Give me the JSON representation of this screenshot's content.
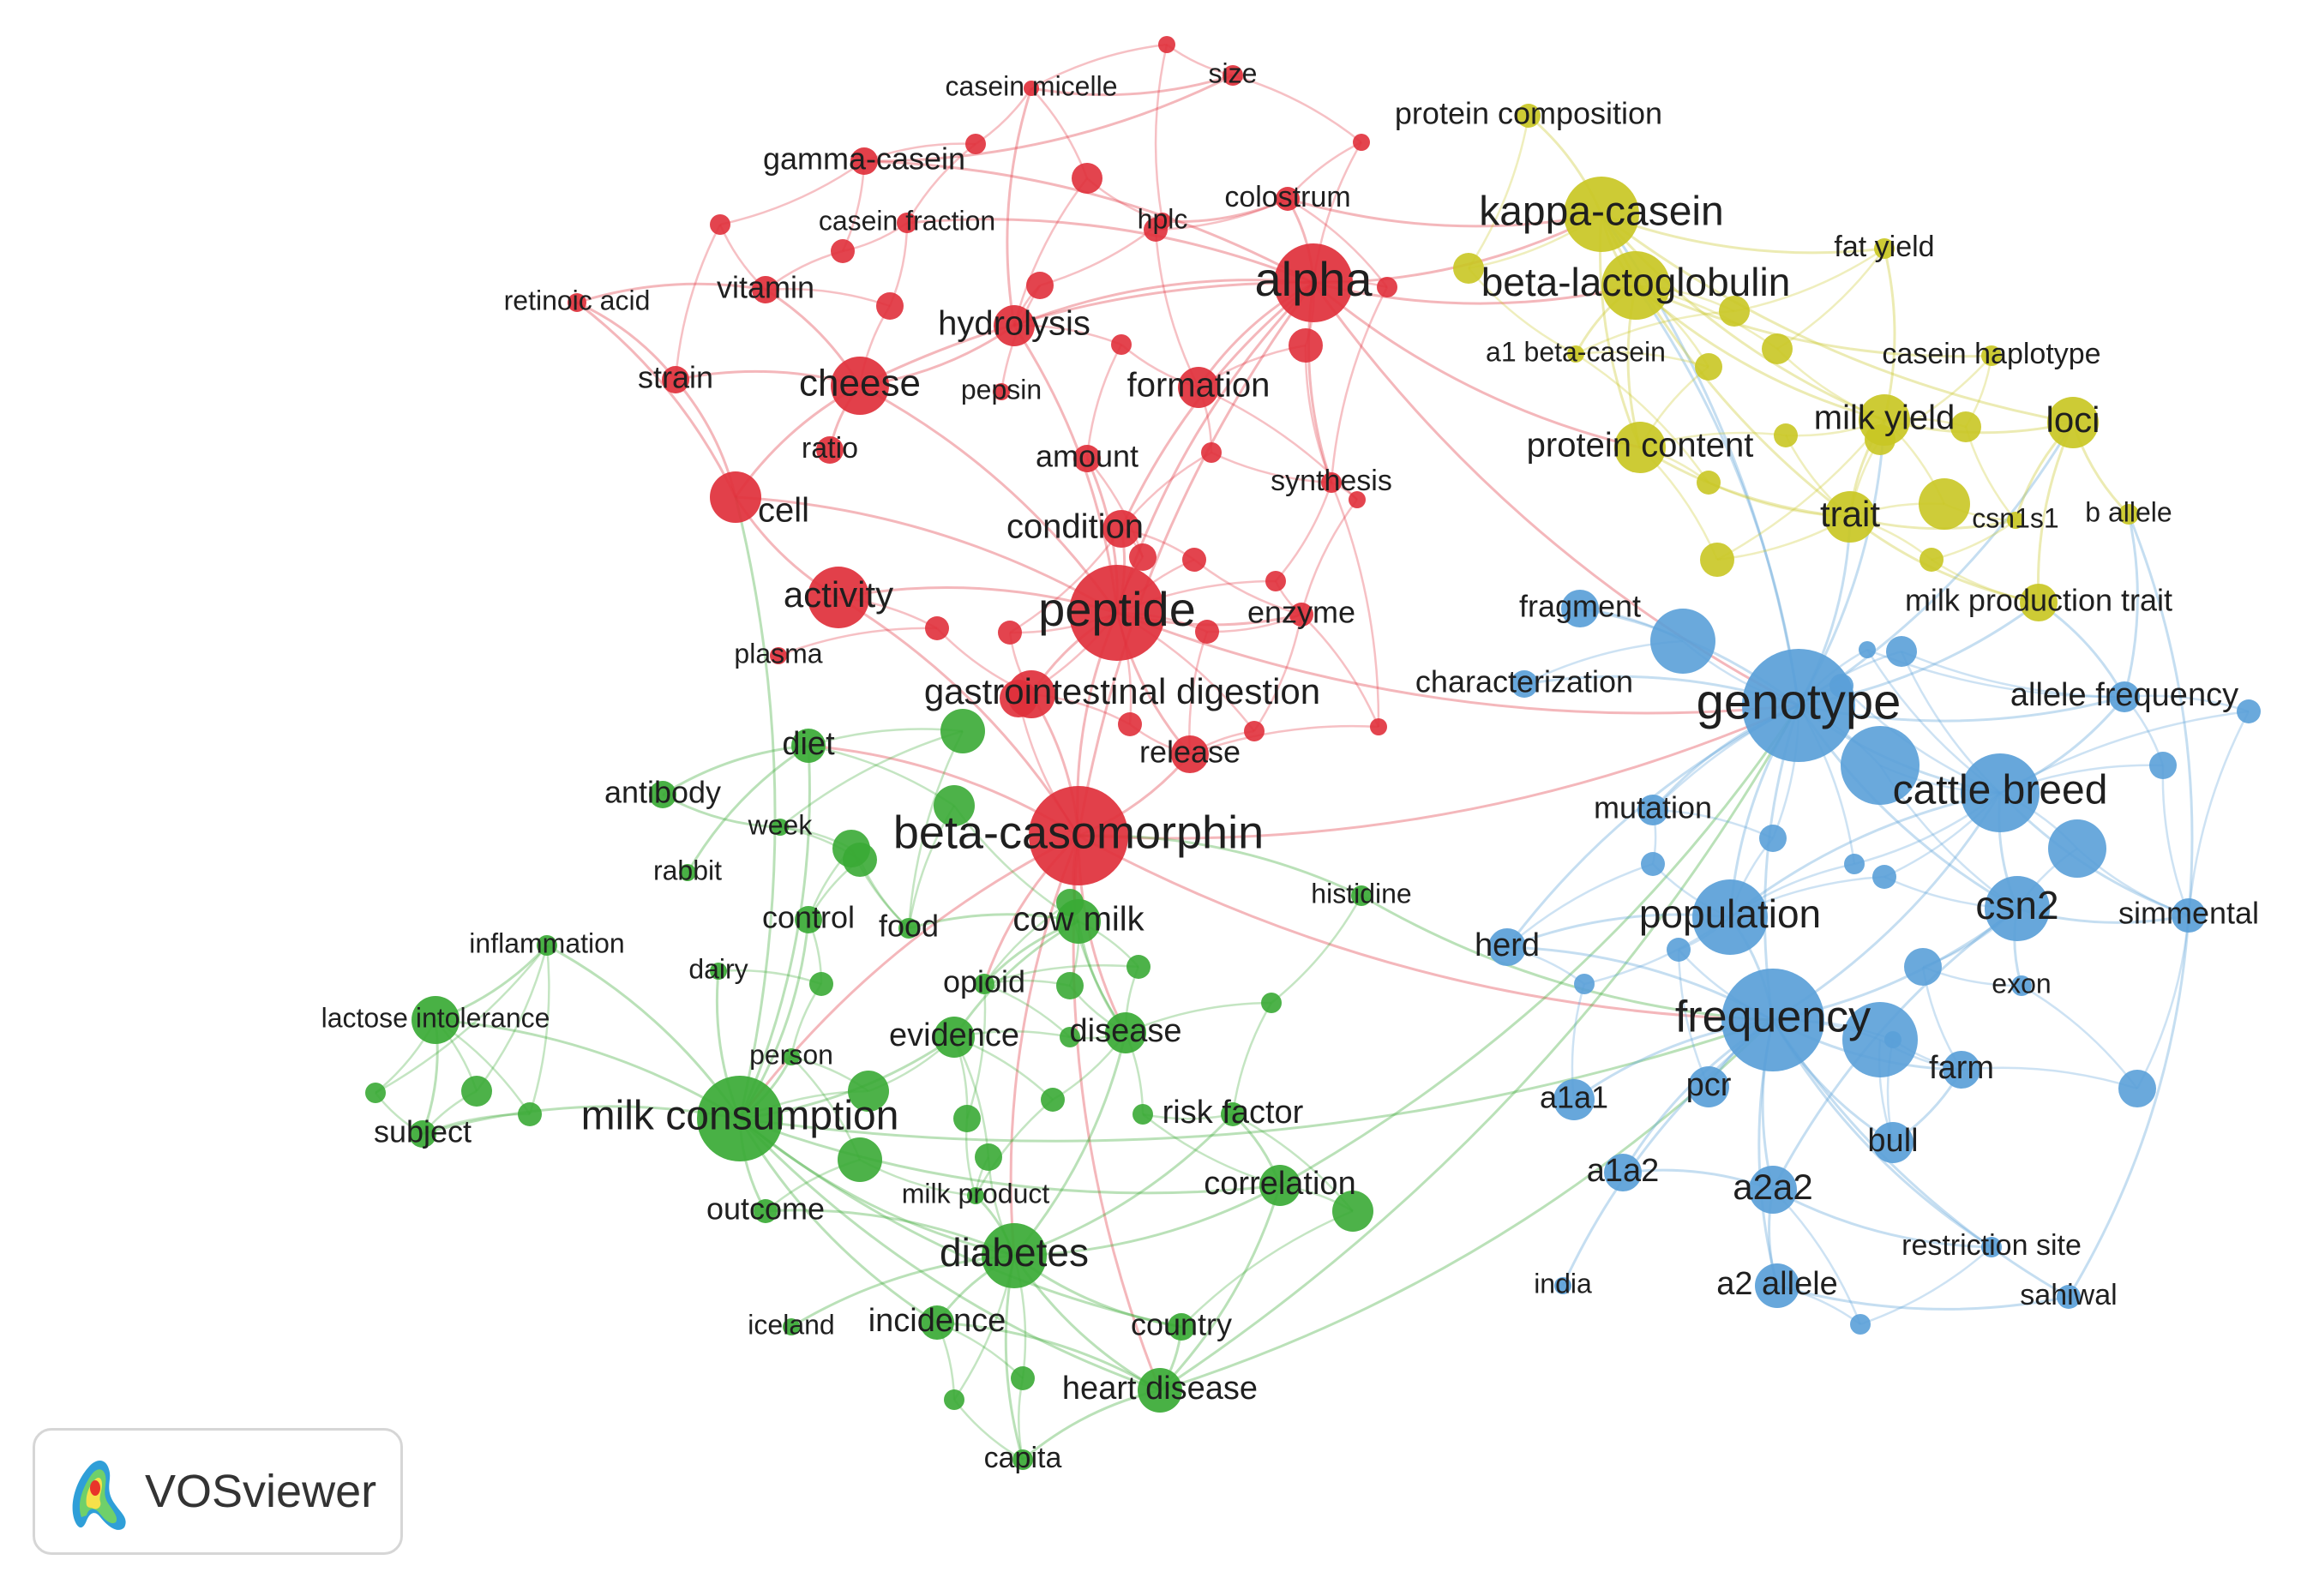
{
  "app": {
    "name": "VOSviewer"
  },
  "colors": {
    "cluster1": "#e0303b",
    "cluster2": "#3aaa35",
    "cluster3": "#5aa0d8",
    "cluster4": "#c9c724"
  },
  "nodes": [
    {
      "id": "size",
      "label": "size",
      "c": 1
    },
    {
      "id": "casein_micelle",
      "label": "casein micelle",
      "c": 1
    },
    {
      "id": "gamma_casein",
      "label": "gamma-casein",
      "c": 1
    },
    {
      "id": "casein_fraction",
      "label": "casein fraction",
      "c": 1
    },
    {
      "id": "hplc",
      "label": "hplc",
      "c": 1
    },
    {
      "id": "colostrum",
      "label": "colostrum",
      "c": 1
    },
    {
      "id": "alpha",
      "label": "alpha",
      "c": 1
    },
    {
      "id": "retinoic_acid",
      "label": "retinoic acid",
      "c": 1
    },
    {
      "id": "vitamin",
      "label": "vitamin",
      "c": 1
    },
    {
      "id": "hydrolysis",
      "label": "hydrolysis",
      "c": 1
    },
    {
      "id": "strain",
      "label": "strain",
      "c": 1
    },
    {
      "id": "cheese",
      "label": "cheese",
      "c": 1
    },
    {
      "id": "pepsin",
      "label": "pepsin",
      "c": 1
    },
    {
      "id": "formation",
      "label": "formation",
      "c": 1
    },
    {
      "id": "ratio",
      "label": "ratio",
      "c": 1
    },
    {
      "id": "amount",
      "label": "amount",
      "c": 1
    },
    {
      "id": "synthesis",
      "label": "synthesis",
      "c": 1
    },
    {
      "id": "cell",
      "label": "cell",
      "c": 1
    },
    {
      "id": "condition",
      "label": "condition",
      "c": 1
    },
    {
      "id": "activity",
      "label": "activity",
      "c": 1
    },
    {
      "id": "peptide",
      "label": "peptide",
      "c": 1
    },
    {
      "id": "enzyme",
      "label": "enzyme",
      "c": 1
    },
    {
      "id": "plasma",
      "label": "plasma",
      "c": 1
    },
    {
      "id": "gi_digestion",
      "label": "gastrointestinal digestion",
      "c": 1
    },
    {
      "id": "release",
      "label": "release",
      "c": 1
    },
    {
      "id": "beta_casomorphin",
      "label": "beta-casomorphin",
      "c": 1
    },
    {
      "id": "diet",
      "label": "diet",
      "c": 2
    },
    {
      "id": "antibody",
      "label": "antibody",
      "c": 2
    },
    {
      "id": "week",
      "label": "week",
      "c": 2
    },
    {
      "id": "rabbit",
      "label": "rabbit",
      "c": 2
    },
    {
      "id": "control",
      "label": "control",
      "c": 2
    },
    {
      "id": "food",
      "label": "food",
      "c": 2
    },
    {
      "id": "cow_milk",
      "label": "cow milk",
      "c": 2
    },
    {
      "id": "inflammation",
      "label": "inflammation",
      "c": 2
    },
    {
      "id": "dairy",
      "label": "dairy",
      "c": 2
    },
    {
      "id": "opioid",
      "label": "opioid",
      "c": 2
    },
    {
      "id": "histidine",
      "label": "histidine",
      "c": 2
    },
    {
      "id": "lactose_intolerance",
      "label": "lactose intolerance",
      "c": 2
    },
    {
      "id": "person",
      "label": "person",
      "c": 2
    },
    {
      "id": "evidence",
      "label": "evidence",
      "c": 2
    },
    {
      "id": "disease",
      "label": "disease",
      "c": 2
    },
    {
      "id": "subject",
      "label": "subject",
      "c": 2
    },
    {
      "id": "milk_consumption",
      "label": "milk consumption",
      "c": 2
    },
    {
      "id": "risk_factor",
      "label": "risk factor",
      "c": 2
    },
    {
      "id": "outcome",
      "label": "outcome",
      "c": 2
    },
    {
      "id": "milk_product",
      "label": "milk product",
      "c": 2
    },
    {
      "id": "correlation",
      "label": "correlation",
      "c": 2
    },
    {
      "id": "diabetes",
      "label": "diabetes",
      "c": 2
    },
    {
      "id": "iceland",
      "label": "iceland",
      "c": 2
    },
    {
      "id": "incidence",
      "label": "incidence",
      "c": 2
    },
    {
      "id": "country",
      "label": "country",
      "c": 2
    },
    {
      "id": "heart_disease",
      "label": "heart disease",
      "c": 2
    },
    {
      "id": "capita",
      "label": "capita",
      "c": 2
    },
    {
      "id": "fragment",
      "label": "fragment",
      "c": 3
    },
    {
      "id": "characterization",
      "label": "characterization",
      "c": 3
    },
    {
      "id": "genotype",
      "label": "genotype",
      "c": 3
    },
    {
      "id": "allele_frequency",
      "label": "allele frequency",
      "c": 3
    },
    {
      "id": "mutation",
      "label": "mutation",
      "c": 3
    },
    {
      "id": "cattle_breed",
      "label": "cattle breed",
      "c": 3
    },
    {
      "id": "population",
      "label": "population",
      "c": 3
    },
    {
      "id": "csn2",
      "label": "csn2",
      "c": 3
    },
    {
      "id": "simmental",
      "label": "simmental",
      "c": 3
    },
    {
      "id": "herd",
      "label": "herd",
      "c": 3
    },
    {
      "id": "exon",
      "label": "exon",
      "c": 3
    },
    {
      "id": "frequency",
      "label": "frequency",
      "c": 3
    },
    {
      "id": "farm",
      "label": "farm",
      "c": 3
    },
    {
      "id": "a1a1",
      "label": "a1a1",
      "c": 3
    },
    {
      "id": "pcr",
      "label": "pcr",
      "c": 3
    },
    {
      "id": "bull",
      "label": "bull",
      "c": 3
    },
    {
      "id": "a1a2",
      "label": "a1a2",
      "c": 3
    },
    {
      "id": "a2a2",
      "label": "a2a2",
      "c": 3
    },
    {
      "id": "restriction_site",
      "label": "restriction site",
      "c": 3
    },
    {
      "id": "india",
      "label": "india",
      "c": 3
    },
    {
      "id": "a2_allele",
      "label": "a2 allele",
      "c": 3
    },
    {
      "id": "sahiwal",
      "label": "sahiwal",
      "c": 3
    },
    {
      "id": "protein_composition",
      "label": "protein composition",
      "c": 4
    },
    {
      "id": "kappa_casein",
      "label": "kappa-casein",
      "c": 4
    },
    {
      "id": "fat_yield",
      "label": "fat yield",
      "c": 4
    },
    {
      "id": "beta_lactoglobulin",
      "label": "beta-lactoglobulin",
      "c": 4
    },
    {
      "id": "a1_beta_casein",
      "label": "a1 beta-casein",
      "c": 4
    },
    {
      "id": "casein_haplotype",
      "label": "casein haplotype",
      "c": 4
    },
    {
      "id": "milk_yield",
      "label": "milk yield",
      "c": 4
    },
    {
      "id": "loci",
      "label": "loci",
      "c": 4
    },
    {
      "id": "protein_content",
      "label": "protein content",
      "c": 4
    },
    {
      "id": "trait",
      "label": "trait",
      "c": 4
    },
    {
      "id": "csn1s1",
      "label": "csn1s1",
      "c": 4
    },
    {
      "id": "b_allele",
      "label": "b allele",
      "c": 4
    },
    {
      "id": "milk_production_trait",
      "label": "milk production trait",
      "c": 4
    }
  ]
}
